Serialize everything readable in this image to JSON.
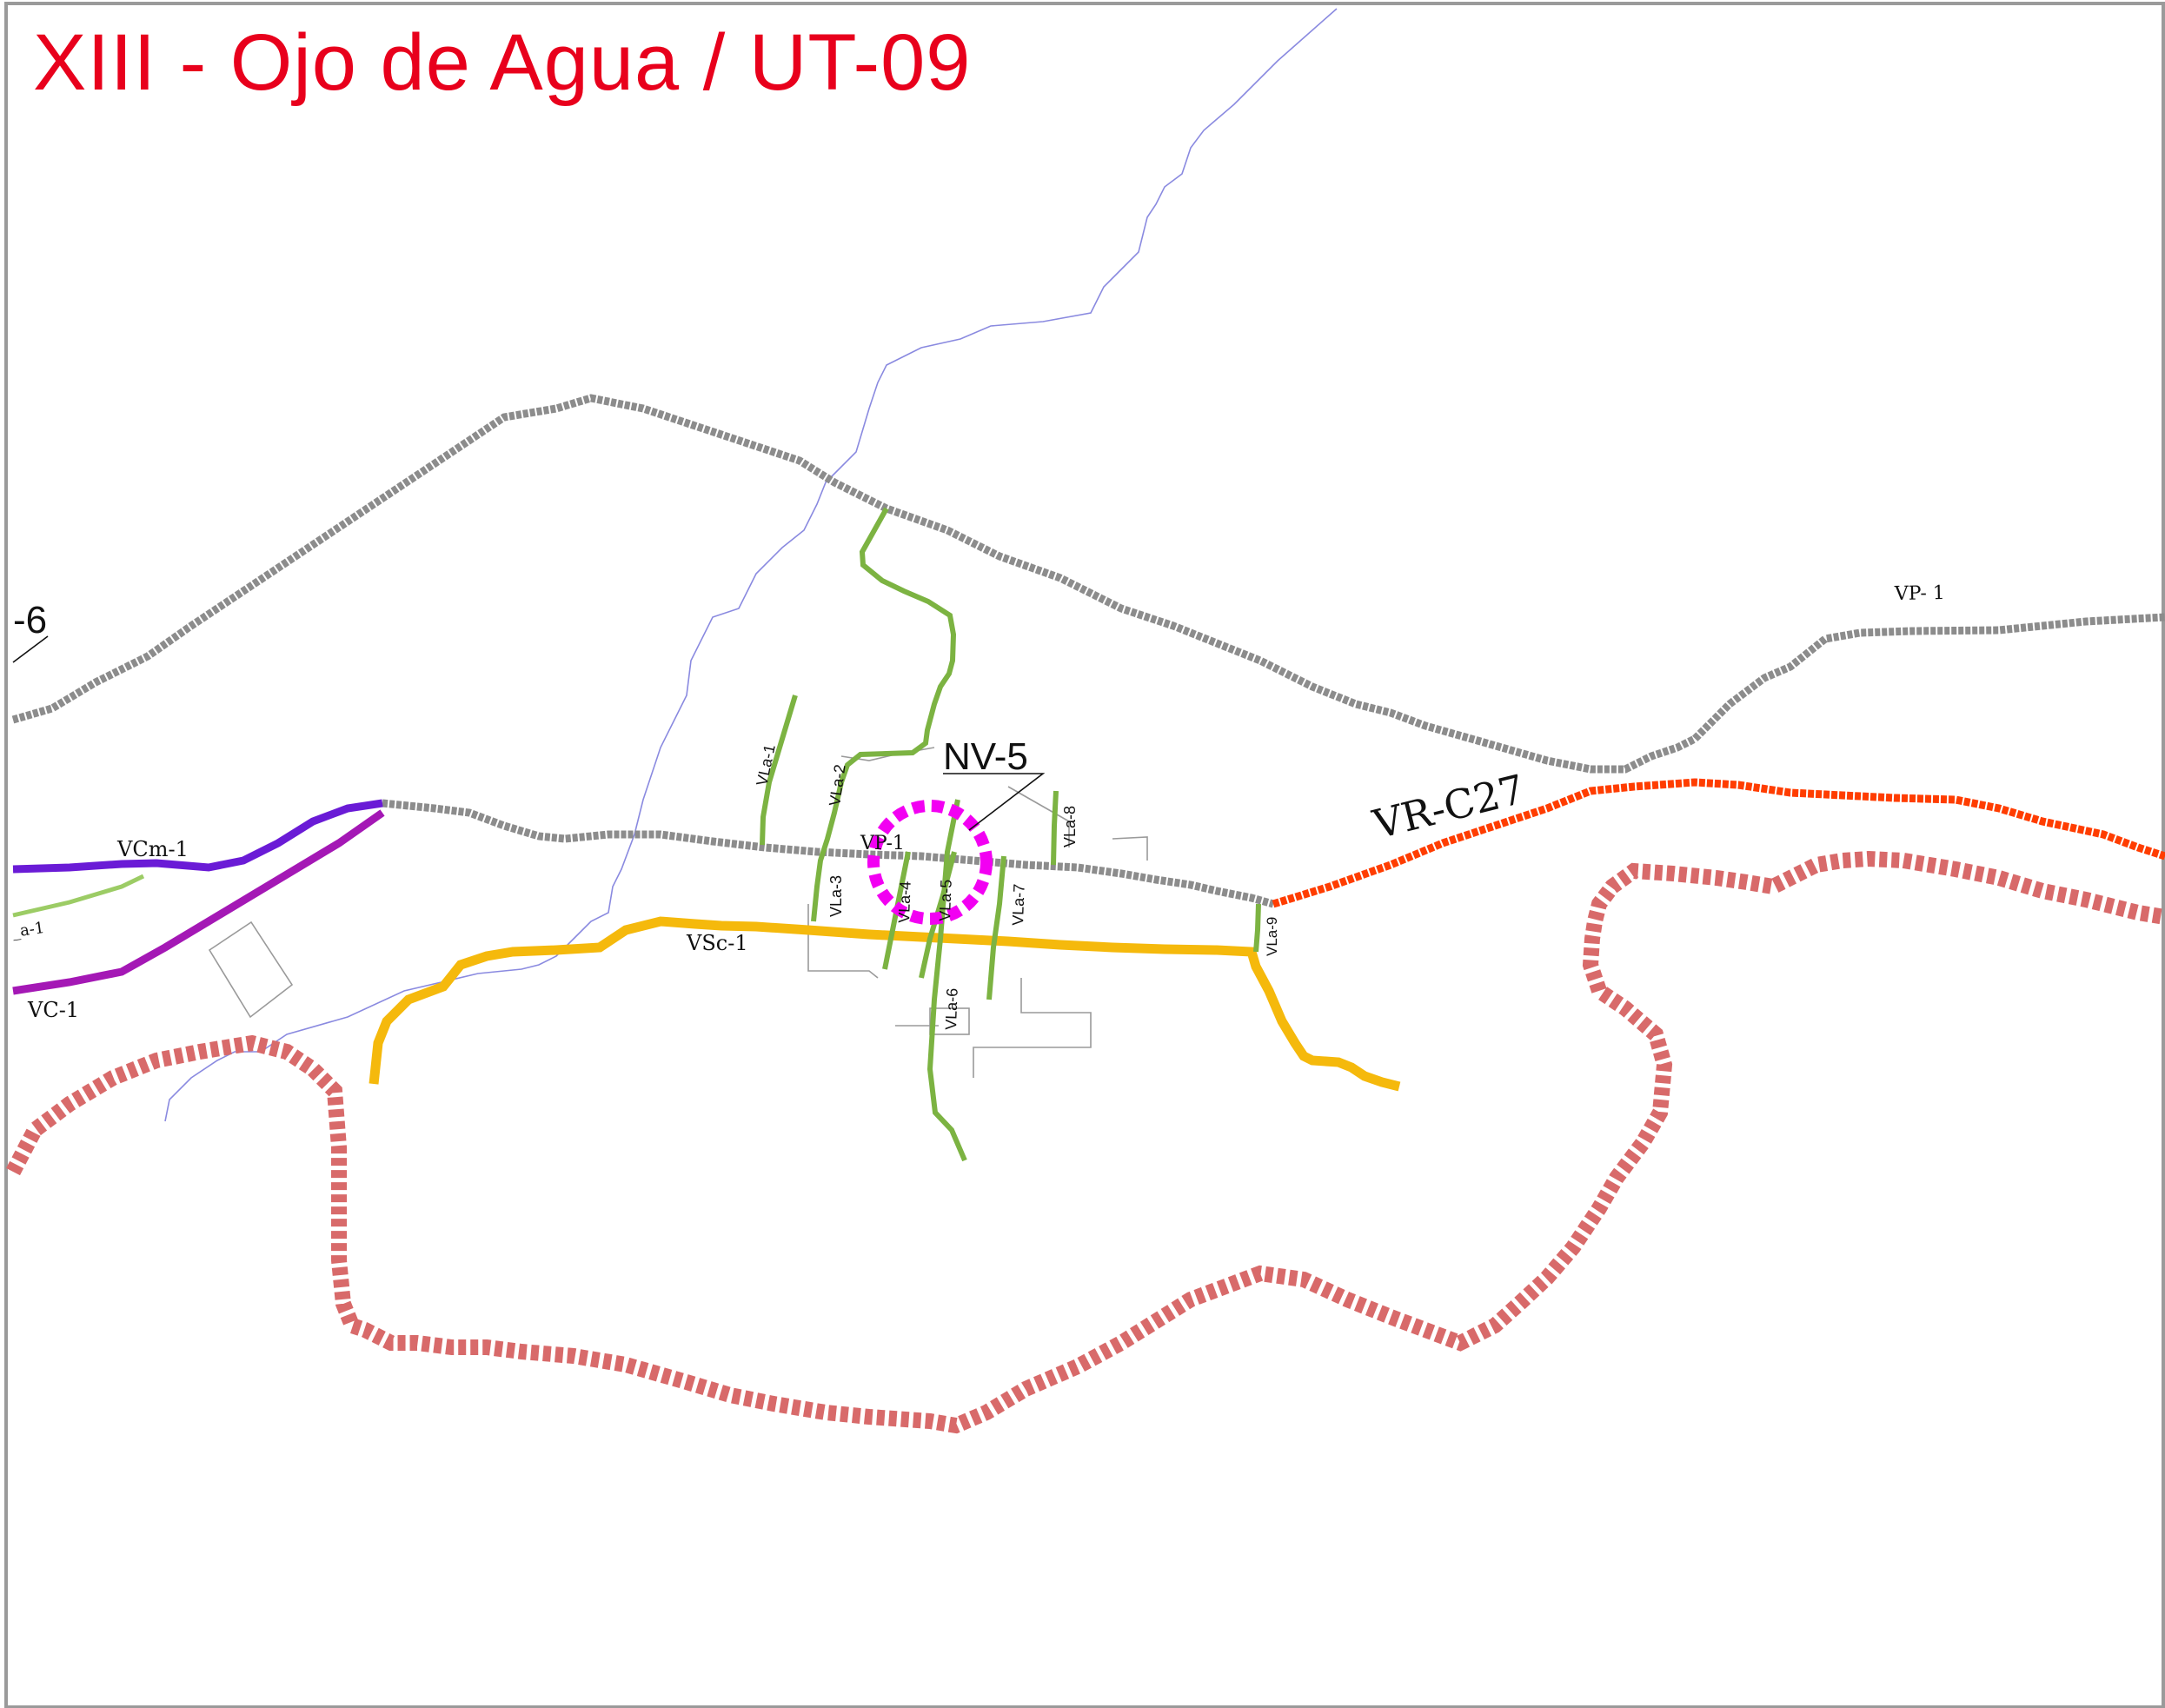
{
  "title": "XIII - Ojo de Agua / UT-09",
  "colors": {
    "title": "#e8001c",
    "vp_road": "#8c8c8c",
    "vr_road": "#ff3d00",
    "vsc_road": "#f5b90c",
    "vla_road": "#9ccc65",
    "vcm_road": "#6a1bd6",
    "vc_road": "#a418b5",
    "boundary": "#d86a6a",
    "node_ring": "#f200f2",
    "river": "#8a8ae0",
    "block": "#9a9a9a",
    "frame": "#9a9a9a"
  },
  "labels": {
    "partial_left_top": "-6",
    "vp1_right": "VP- 1",
    "vp1_center": "VP-1",
    "vr_c27": "VR-C27",
    "nv5": "NV-5",
    "vcm1": "VCm-1",
    "vla1_left": "_a-1",
    "vc1": "VC-1",
    "vsc1": "VSc-1",
    "vla1": "VLa-1",
    "vla2": "VLa-2",
    "vla3": "VLa-3",
    "vla4": "VLa-4",
    "vla5": "VLa-5",
    "vla6": "VLa-6",
    "vla7": "VLa-7",
    "vla8": "VLa-8",
    "vla9": "VLa-9"
  }
}
